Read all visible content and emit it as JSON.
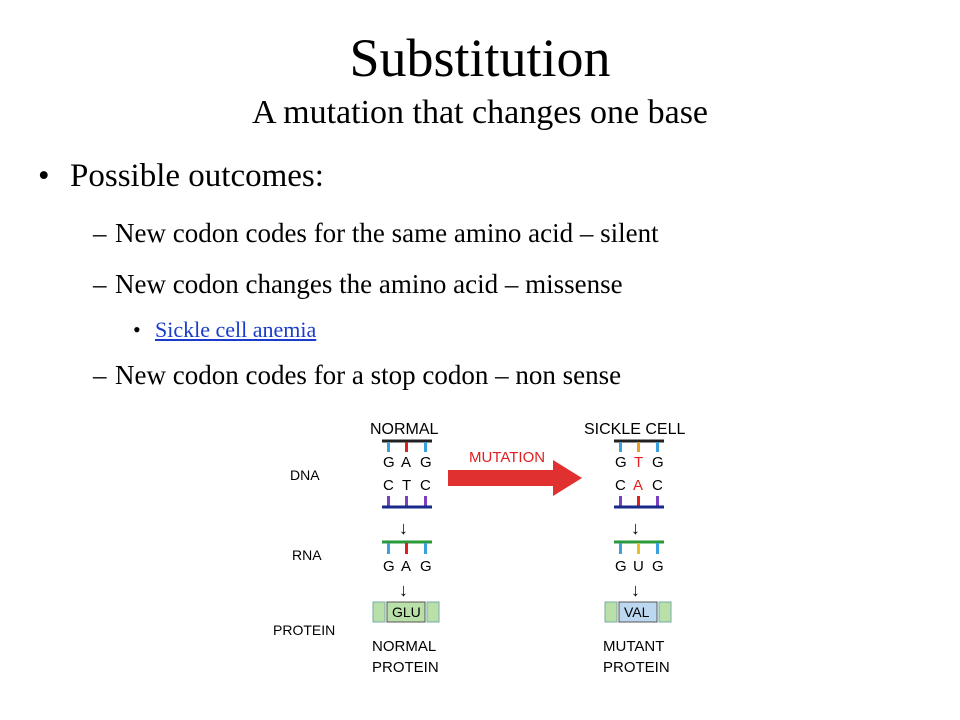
{
  "slide": {
    "title": "Substitution",
    "subtitle": "A mutation that changes one base",
    "bullet": "Possible outcomes:",
    "subpoints": [
      "New codon codes for the same amino acid – silent",
      "New codon changes the amino acid – missense",
      "New codon codes for a stop codon – non sense"
    ],
    "link": "Sickle cell anemia",
    "bullet_glyph": "•",
    "dash_glyph": "–"
  },
  "diagram": {
    "row_labels": {
      "dna": "DNA",
      "rna": "RNA",
      "protein": "PROTEIN"
    },
    "mutation_label": "MUTATION",
    "normal": {
      "header": "NORMAL",
      "dna_top": [
        "G",
        "A",
        "G"
      ],
      "dna_bottom": [
        "C",
        "T",
        "C"
      ],
      "rna": [
        "G",
        "A",
        "G"
      ],
      "protein": "GLU",
      "footer": [
        "NORMAL",
        "PROTEIN"
      ]
    },
    "sickle": {
      "header": "SICKLE CELL",
      "dna_top": [
        "G",
        "T",
        "G"
      ],
      "dna_bottom": [
        "C",
        "A",
        "C"
      ],
      "rna": [
        "G",
        "U",
        "G"
      ],
      "protein": "VAL",
      "footer": [
        "MUTANT",
        "PROTEIN"
      ]
    },
    "arrow_glyph": "↓",
    "colors": {
      "mutation": "#e02020",
      "highlight": "#e8a020",
      "link": "#1a3ccc"
    }
  }
}
